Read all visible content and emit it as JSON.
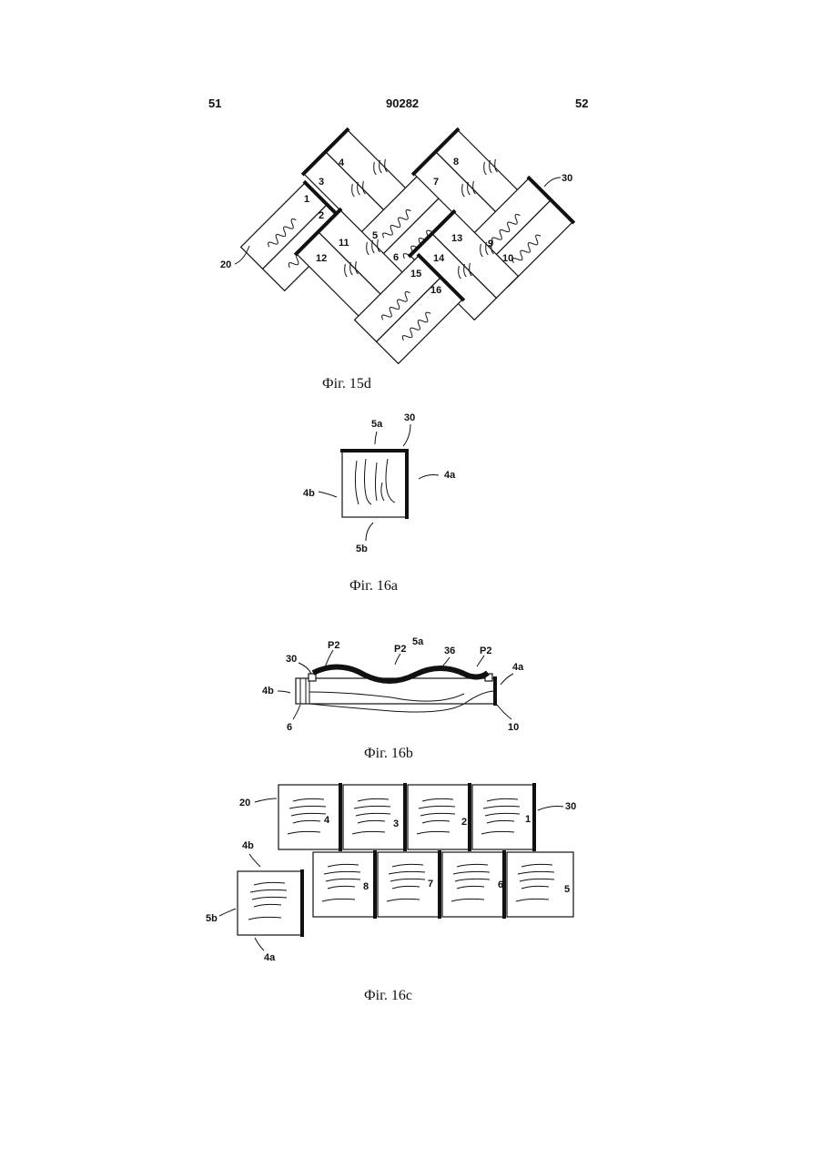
{
  "header": {
    "left_page": "51",
    "patent_number": "90282",
    "right_page": "52"
  },
  "figures": {
    "fig15d": {
      "caption": "Фіг. 15d",
      "panel_labels": [
        "1",
        "2",
        "3",
        "4",
        "5",
        "6",
        "7",
        "8",
        "9",
        "10",
        "11",
        "12",
        "13",
        "14",
        "15",
        "16"
      ],
      "refs": {
        "left_edge": "20",
        "right_edge": "30"
      }
    },
    "fig16a": {
      "caption": "Фіг. 16а",
      "refs": {
        "top_edge": "5a",
        "thick_edge": "30",
        "right_side": "4a",
        "left_side": "4b",
        "bottom_edge": "5b"
      }
    },
    "fig16b": {
      "caption": "Фіг. 16b",
      "refs": {
        "edge": "30",
        "p2_a": "P2",
        "p2_b": "P2",
        "p2_c": "P2",
        "top": "5a",
        "strip": "36",
        "right": "4a",
        "left": "4b",
        "bottom_left": "6",
        "bottom_right": "10"
      }
    },
    "fig16c": {
      "caption": "Фіг. 16с",
      "panel_labels_top": [
        "4",
        "3",
        "2",
        "1"
      ],
      "panel_labels_bottom": [
        "8",
        "7",
        "6",
        "5"
      ],
      "refs": {
        "left_edge": "20",
        "right_edge": "30",
        "top_single": "4b",
        "left_single": "5b",
        "bottom_single": "4a"
      }
    }
  }
}
